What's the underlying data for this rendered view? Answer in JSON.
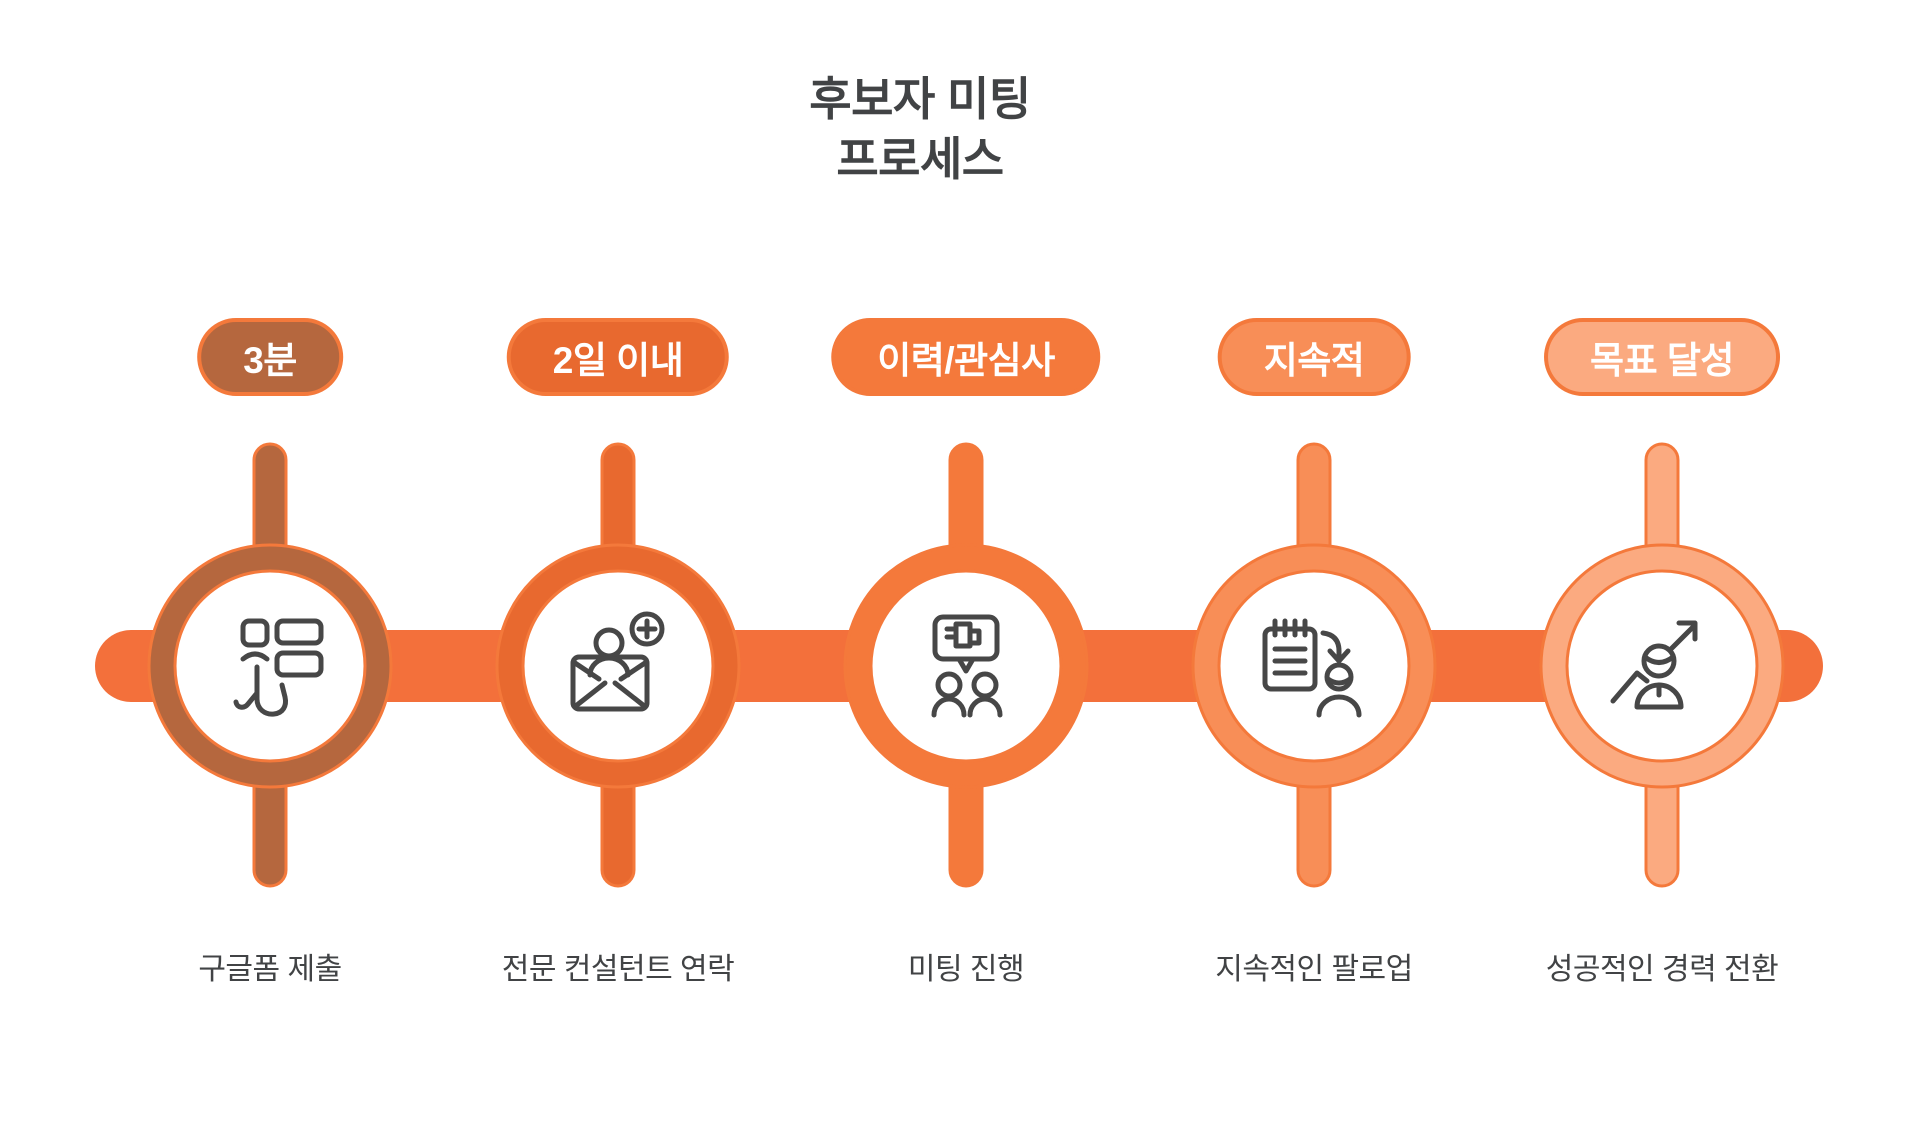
{
  "title": {
    "line1": "후보자 미팅",
    "line2": "프로세스"
  },
  "colors": {
    "outline": "#f4793b",
    "bar": "#f3703b",
    "text_dark": "#414345",
    "badge_text": "#ffffff",
    "icon_stroke": "#474747",
    "background": "#ffffff"
  },
  "steps": [
    {
      "badge": "3분",
      "label": "구글폼 제출",
      "fill": "#b5673e",
      "icon": "form-submit-icon"
    },
    {
      "badge": "2일 이내",
      "label": "전문 컨설턴트 연락",
      "fill": "#e8692f",
      "icon": "consultant-contact-icon"
    },
    {
      "badge": "이력/관심사",
      "label": "미팅 진행",
      "fill": "#f4793b",
      "icon": "meeting-chat-icon"
    },
    {
      "badge": "지속적",
      "label": "지속적인 팔로업",
      "fill": "#f88e57",
      "icon": "follow-up-icon"
    },
    {
      "badge": "목표 달성",
      "label": "성공적인 경력 전환",
      "fill": "#fbaa80",
      "icon": "career-growth-icon"
    }
  ]
}
